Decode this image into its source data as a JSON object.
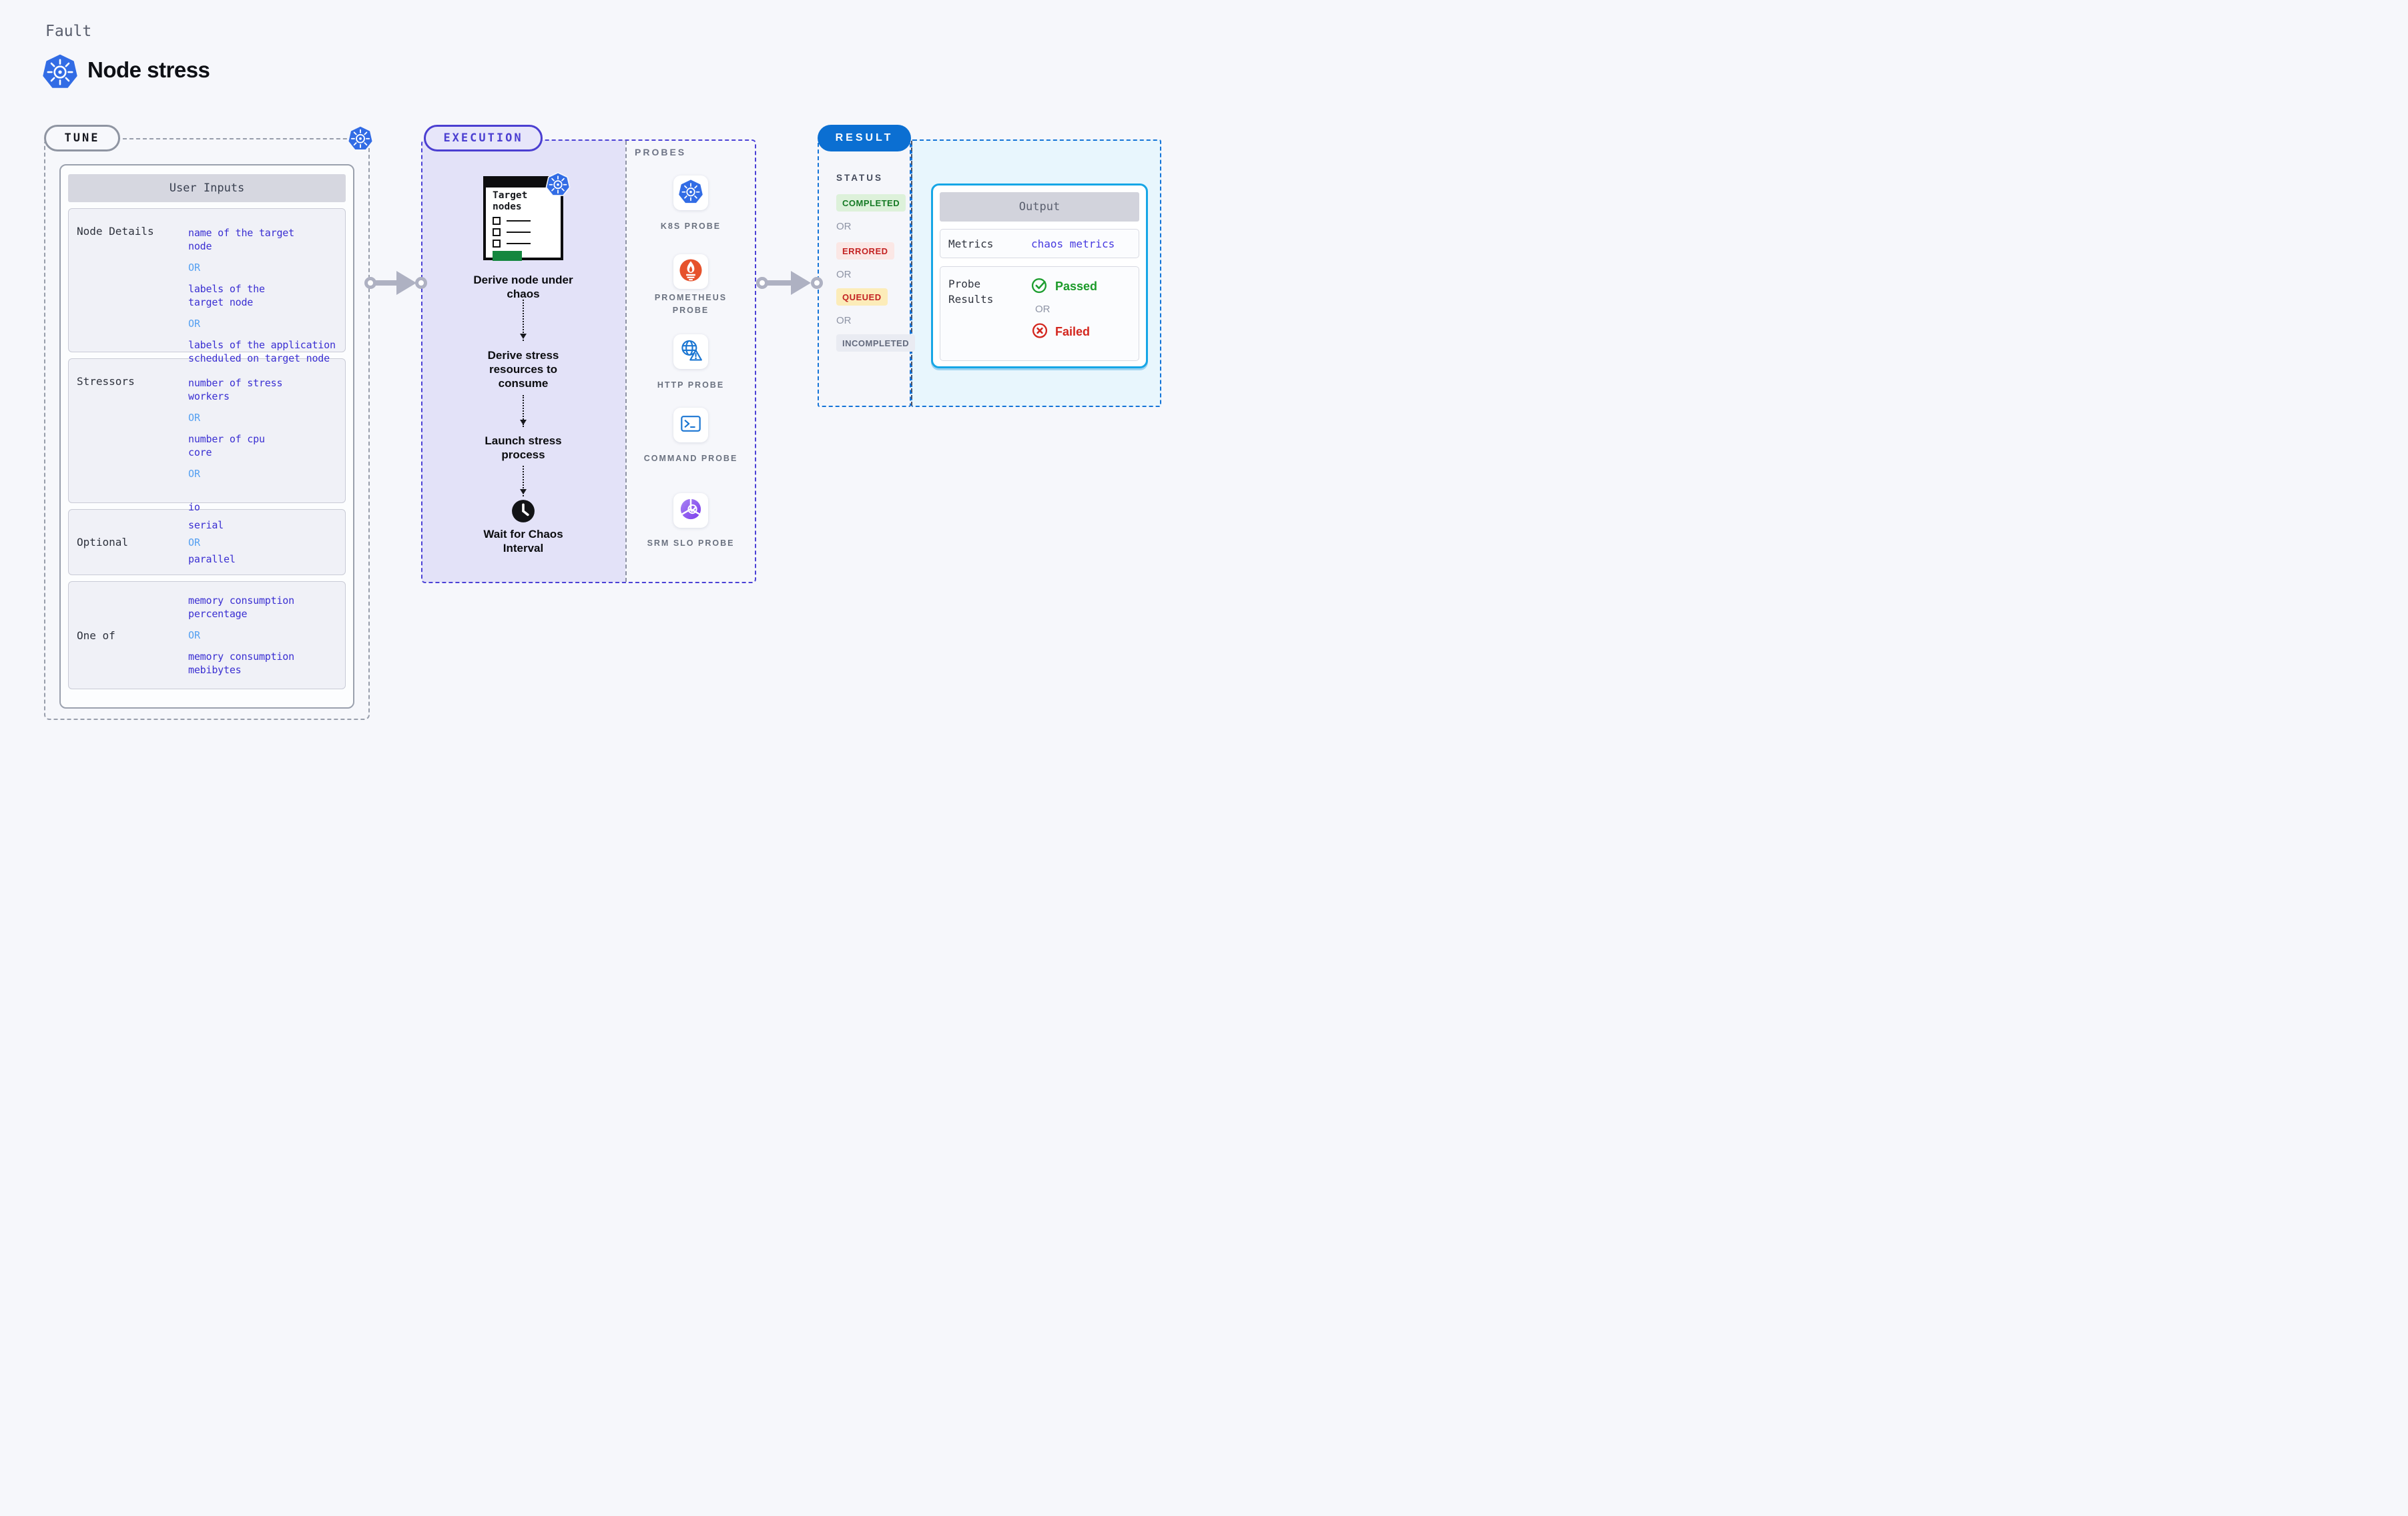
{
  "palette": {
    "accent_indigo": "#4b3fd1",
    "accent_blue": "#0b6fd2",
    "accent_cyan": "#16a6e6",
    "k8s_blue": "#326ce5",
    "value_blue": "#3a2fd2",
    "or_blue": "#55a0f1",
    "lavender": "#e3e2f8",
    "success_green": "#1e9e30",
    "error_red": "#d3261e",
    "warning_yellow": "#fcecb9",
    "prometheus_orange": "#e6522c",
    "srm_purple": "#8b5cf6"
  },
  "header": {
    "kicker": "Fault",
    "title": "Node stress"
  },
  "tune": {
    "pill": "TUNE",
    "table_title": "User Inputs",
    "rows": [
      {
        "label": "Node Details",
        "values": [
          "name of the target\nnode",
          "OR",
          "labels of the\ntarget node",
          "OR",
          "labels of the application\n scheduled on target node"
        ]
      },
      {
        "label": "Stressors",
        "values": [
          "number of stress\nworkers",
          "OR",
          "number of cpu\ncore",
          "OR",
          "io"
        ]
      },
      {
        "label": "Optional",
        "values": [
          "serial",
          "OR",
          "parallel"
        ]
      },
      {
        "label": "One of",
        "values": [
          "memory consumption\npercentage",
          "OR",
          "memory consumption\nmebibytes"
        ]
      }
    ]
  },
  "execution": {
    "pill": "EXECUTION",
    "clipboard_title": "Target nodes",
    "steps": [
      "Derive node under chaos",
      "Derive stress resources to consume",
      "Launch stress process",
      "Wait for Chaos Interval"
    ]
  },
  "probes": {
    "title": "PROBES",
    "items": [
      {
        "icon": "k8s-icon",
        "label": "K8S PROBE"
      },
      {
        "icon": "prometheus-icon",
        "label": "PROMETHEUS PROBE"
      },
      {
        "icon": "http-icon",
        "label": "HTTP PROBE"
      },
      {
        "icon": "command-icon",
        "label": "COMMAND PROBE"
      },
      {
        "icon": "srm-slo-icon",
        "label": "SRM SLO PROBE"
      }
    ]
  },
  "result": {
    "pill": "RESULT",
    "status_label": "STATUS",
    "statuses": [
      {
        "label": "COMPLETED",
        "type": "success"
      },
      {
        "label": "OR",
        "type": "or"
      },
      {
        "label": "ERRORED",
        "type": "error"
      },
      {
        "label": "OR",
        "type": "or"
      },
      {
        "label": "QUEUED",
        "type": "warning"
      },
      {
        "label": "OR",
        "type": "or"
      },
      {
        "label": "INCOMPLETED",
        "type": "neutral"
      }
    ],
    "output": {
      "title": "Output",
      "metrics_label": "Metrics",
      "metrics_value": "chaos metrics",
      "probe_results_label": "Probe Results",
      "passed": "Passed",
      "or": "OR",
      "failed": "Failed"
    }
  }
}
